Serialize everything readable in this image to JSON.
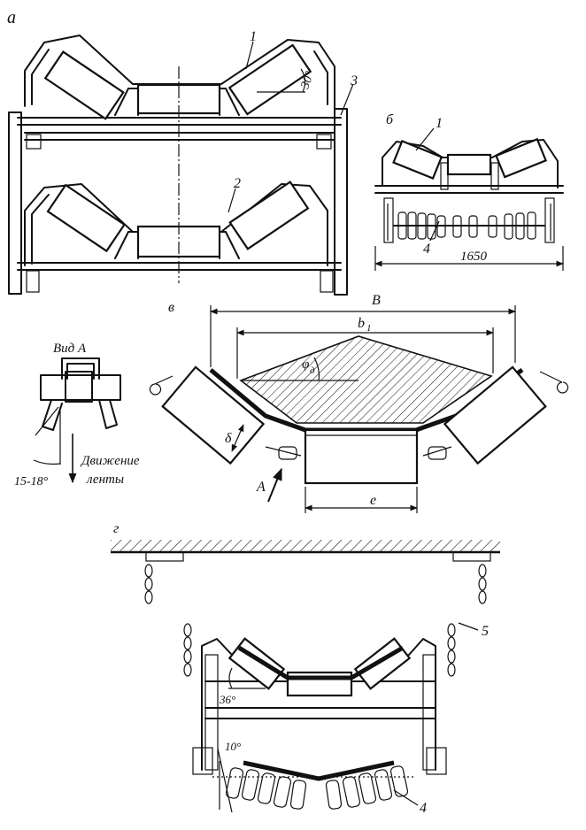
{
  "panels": {
    "a": "а",
    "b": "б",
    "v": "в",
    "g": "г"
  },
  "callouts": {
    "n1": "1",
    "n2": "2",
    "n3": "3",
    "n4": "4",
    "n5": "5"
  },
  "dimensions": {
    "angle_30": "30°",
    "width_1650": "1650",
    "B": "B",
    "b1": "b",
    "b1_sub": "1",
    "phi": "φ",
    "phi_sub": "д",
    "delta": "δ",
    "e": "e",
    "A": "A",
    "angle_36": "36°",
    "angle_10": "10°",
    "angle_15_18": "15-18°"
  },
  "view_a": {
    "title": "Вид А",
    "motion_line1": "Движение",
    "motion_line2": "ленты"
  },
  "colors": {
    "ink": "#111111",
    "paper": "#ffffff"
  }
}
